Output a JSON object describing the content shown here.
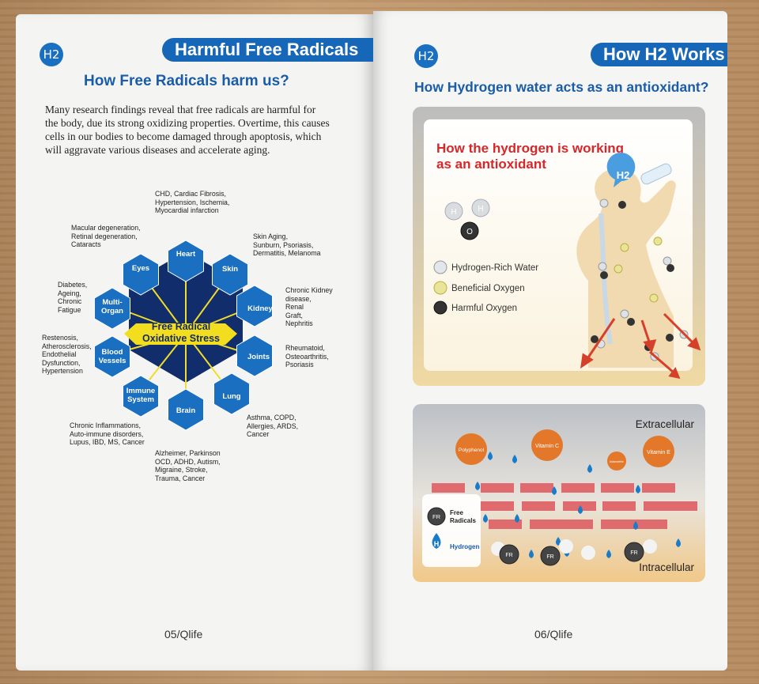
{
  "left_page": {
    "logo": "H2",
    "banner": "Harmful Free Radicals",
    "subtitle": "How Free Radicals harm us?",
    "paragraph": [
      "Many research findings reveal that free radicals are harmful for",
      "the body, due its strong oxidizing properties. Overtime, this causes",
      "cells in our bodies to become damaged through apoptosis, which",
      "will aggravate various diseases and accelerate aging."
    ],
    "center": [
      "Free Radical",
      "Oxidative Stress"
    ],
    "organs": [
      "Heart",
      "Skin",
      "Kidney",
      "Joints",
      "Lung",
      "Brain",
      "Immune",
      "System",
      "Blood",
      "Vessels",
      "Multi-",
      "Organ",
      "Eyes"
    ],
    "diseases": {
      "heart": [
        "CHD, Cardiac Fibrosis,",
        "Hypertension, Ischemia,",
        "Myocardial infarction"
      ],
      "skin": [
        "Skin Aging,",
        "Sunburn, Psoriasis,",
        "Dermatitis, Melanoma"
      ],
      "kidney": [
        "Chronic Kidney",
        "disease,",
        "Renal",
        "Graft,",
        "Nephritis"
      ],
      "joints": [
        "Rheumatoid,",
        "Osteoarthritis,",
        "Psoriasis"
      ],
      "lung": [
        "Asthma, COPD,",
        "Allergies, ARDS,",
        "Cancer"
      ],
      "brain": [
        "Alzheimer, Parkinson",
        "OCD, ADHD, Autism,",
        "Migraine, Stroke,",
        "Trauma, Cancer"
      ],
      "immune": [
        "Chronic Inflammations,",
        "Auto-immune disorders,",
        "Lupus, IBD, MS, Cancer"
      ],
      "blood": [
        "Restenosis,",
        "Atherosclerosis,",
        "Endothelial",
        "Dysfunction,",
        "Hypertension"
      ],
      "multi": [
        "Diabetes,",
        "Ageing,",
        "Chronic",
        "Fatigue"
      ],
      "eyes": [
        "Macular degeneration,",
        "Retinal degeneration,",
        "Cataracts"
      ]
    },
    "page_number": "05/Qlife"
  },
  "right_page": {
    "logo": "H2",
    "banner": "How H2 Works",
    "subtitle": "How Hydrogen water acts as an antioxidant?",
    "panel1": {
      "title": [
        "How the hydrogen is working",
        "as an antioxidant"
      ],
      "bubble": "H2",
      "legend": [
        "Hydrogen-Rich Water",
        "Beneficial Oxygen",
        "Harmful Oxygen"
      ],
      "atom_h": "H",
      "atom_o": "O"
    },
    "panel2": {
      "extracellular": "Extracellular",
      "intracellular": "Intracellular",
      "antioxidants": [
        "Polyphenol",
        "Vitamin C",
        "Astaxanthin",
        "Vitamin E"
      ],
      "legend": {
        "fr": "FR",
        "free_radicals": [
          "Free",
          "Radicals"
        ],
        "h": "H",
        "hydrogen": "Hydrogen"
      }
    },
    "page_number": "06/Qlife"
  },
  "colors": {
    "blue": "#1767b8",
    "hex_blue": "#1a6fc0",
    "navy": "#0f2f6e",
    "yellow": "#f5e21e",
    "red": "#d8262a",
    "orange": "#e3772a",
    "brick": "#df6b6e"
  }
}
